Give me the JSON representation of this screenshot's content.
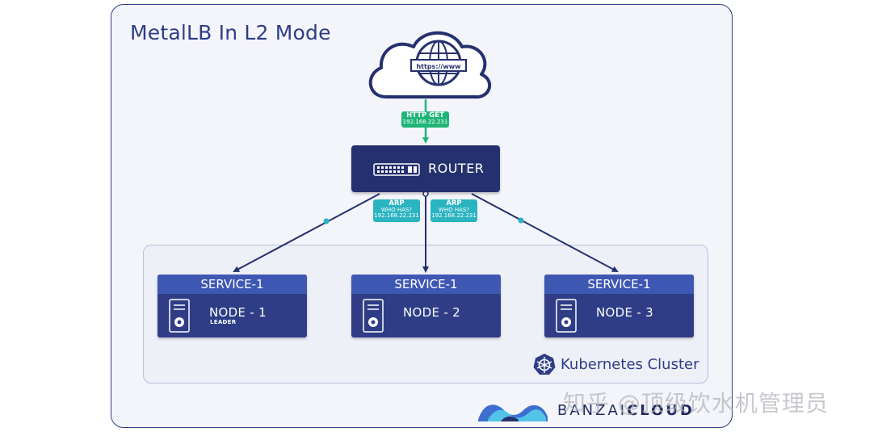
{
  "title": "MetalLB In L2 Mode",
  "cloud": {
    "url_text": "https://www"
  },
  "http_tag": {
    "label": "HTTP GET",
    "ip": "192.168.22.231"
  },
  "router": {
    "label": "ROUTER"
  },
  "arp_tags": [
    {
      "label": "ARP",
      "line": "WHO HAS?",
      "ip": "192.168.22.231"
    },
    {
      "label": "ARP",
      "line": "WHO HAS?",
      "ip": "192.168.22.231"
    }
  ],
  "nodes": [
    {
      "service": "SERVICE-1",
      "name": "NODE - 1",
      "sub": "LEADER"
    },
    {
      "service": "SERVICE-1",
      "name": "NODE - 2",
      "sub": ""
    },
    {
      "service": "SERVICE-1",
      "name": "NODE - 3",
      "sub": ""
    }
  ],
  "cluster": {
    "label": "Kubernetes Cluster"
  },
  "logo": {
    "part1": "BANZAI",
    "part2": "CLOUD"
  },
  "watermark": "知乎 @顶级饮水机管理员",
  "colors": {
    "navy": "#2e3d86",
    "router": "#25306e",
    "service_header": "#3d57b3",
    "http_green": "#1fb577",
    "arp_teal": "#2ab3c0"
  }
}
